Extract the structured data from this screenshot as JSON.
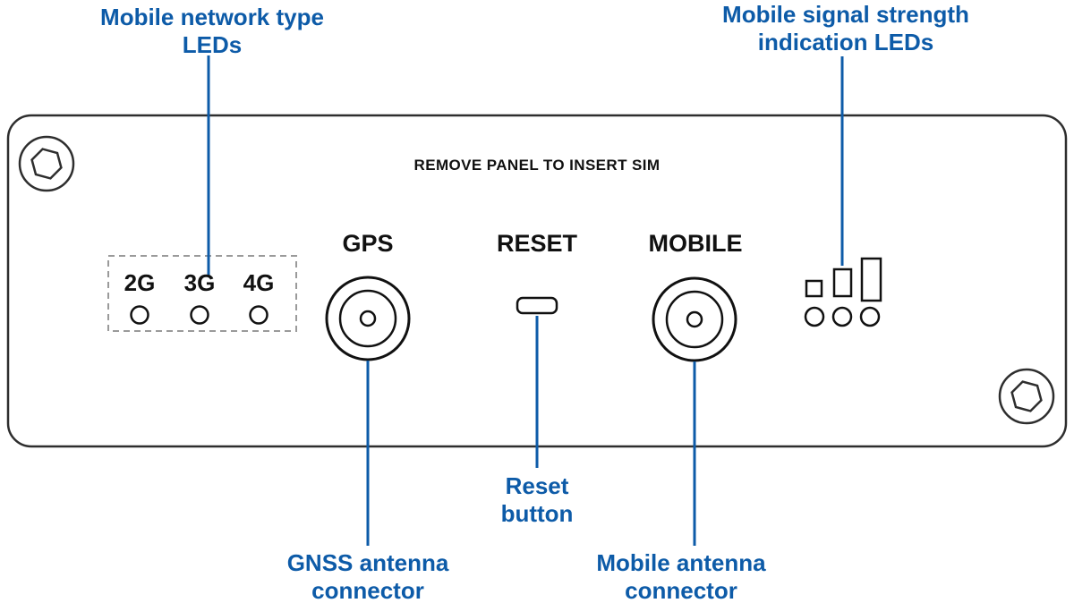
{
  "colors": {
    "accent_blue": "#0d5ba8",
    "outline_dark": "#2e2e2e",
    "dashed_gray": "#9a9a9a"
  },
  "callouts": {
    "network_leds": [
      "Mobile network type",
      "LEDs"
    ],
    "signal_leds": [
      "Mobile signal strength",
      "indication LEDs"
    ],
    "reset": [
      "Reset",
      "button"
    ],
    "gnss": [
      "GNSS antenna",
      "connector"
    ],
    "mobile_antenna": [
      "Mobile antenna",
      "connector"
    ]
  },
  "panel": {
    "sim_notice": "REMOVE PANEL TO INSERT SIM",
    "gps_label": "GPS",
    "reset_label": "RESET",
    "mobile_label": "MOBILE",
    "network_leds": [
      "2G",
      "3G",
      "4G"
    ]
  }
}
